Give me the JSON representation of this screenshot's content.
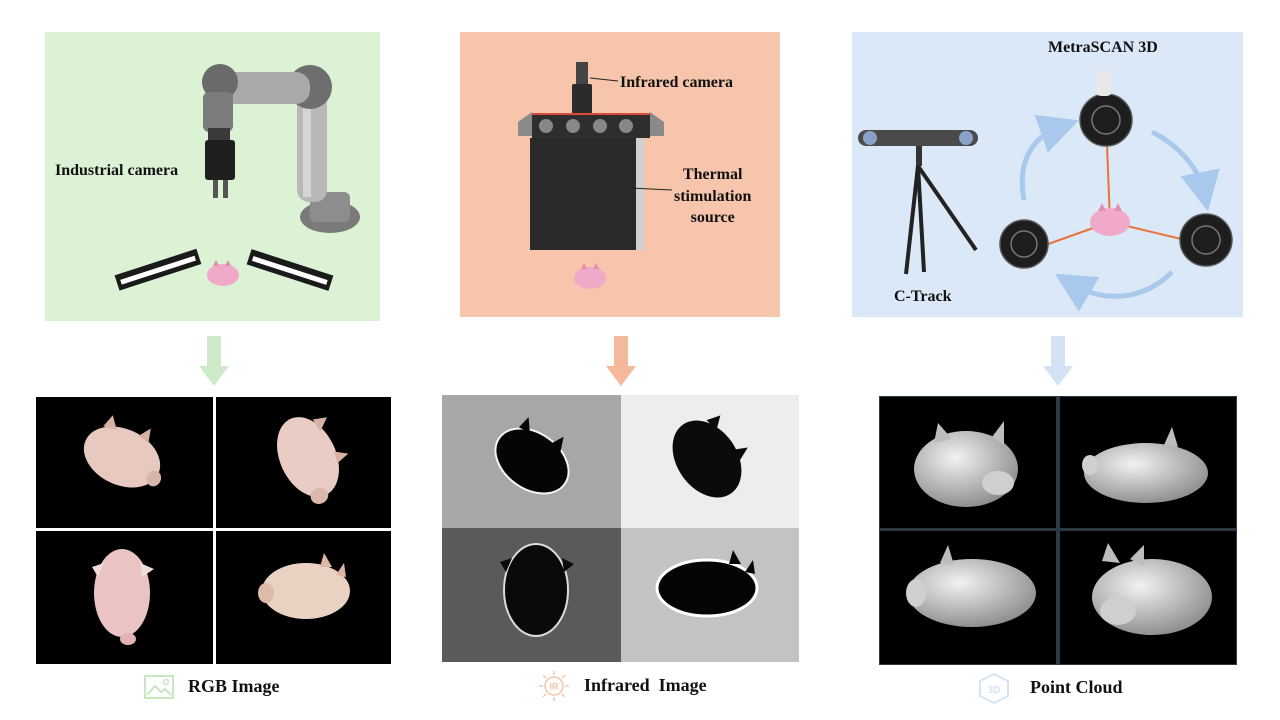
{
  "colors": {
    "rgb_panel": "#dbf2d5",
    "ir_panel": "#f7c5ab",
    "pc_panel": "#dbe8f7",
    "rgb_arrow": "#cfeac8",
    "ir_arrow": "#f3b99a",
    "pc_arrow": "#d3e3f5",
    "scanner_link": "#e8733a"
  },
  "rgb": {
    "camera_label": "Industrial camera",
    "caption": "RGB Image",
    "caption_icon": "image-icon"
  },
  "ir": {
    "camera_label": "Infrared camera",
    "source_label": "Thermal\nstimulation\nsource",
    "caption": "Infrared  Image",
    "caption_icon": "ir-sun-icon"
  },
  "pc": {
    "scanner_label": "MetraSCAN 3D",
    "tracker_label": "C-Track",
    "caption": "Point Cloud",
    "caption_icon": "cube-3d-icon",
    "caption_icon_text": "3D"
  }
}
